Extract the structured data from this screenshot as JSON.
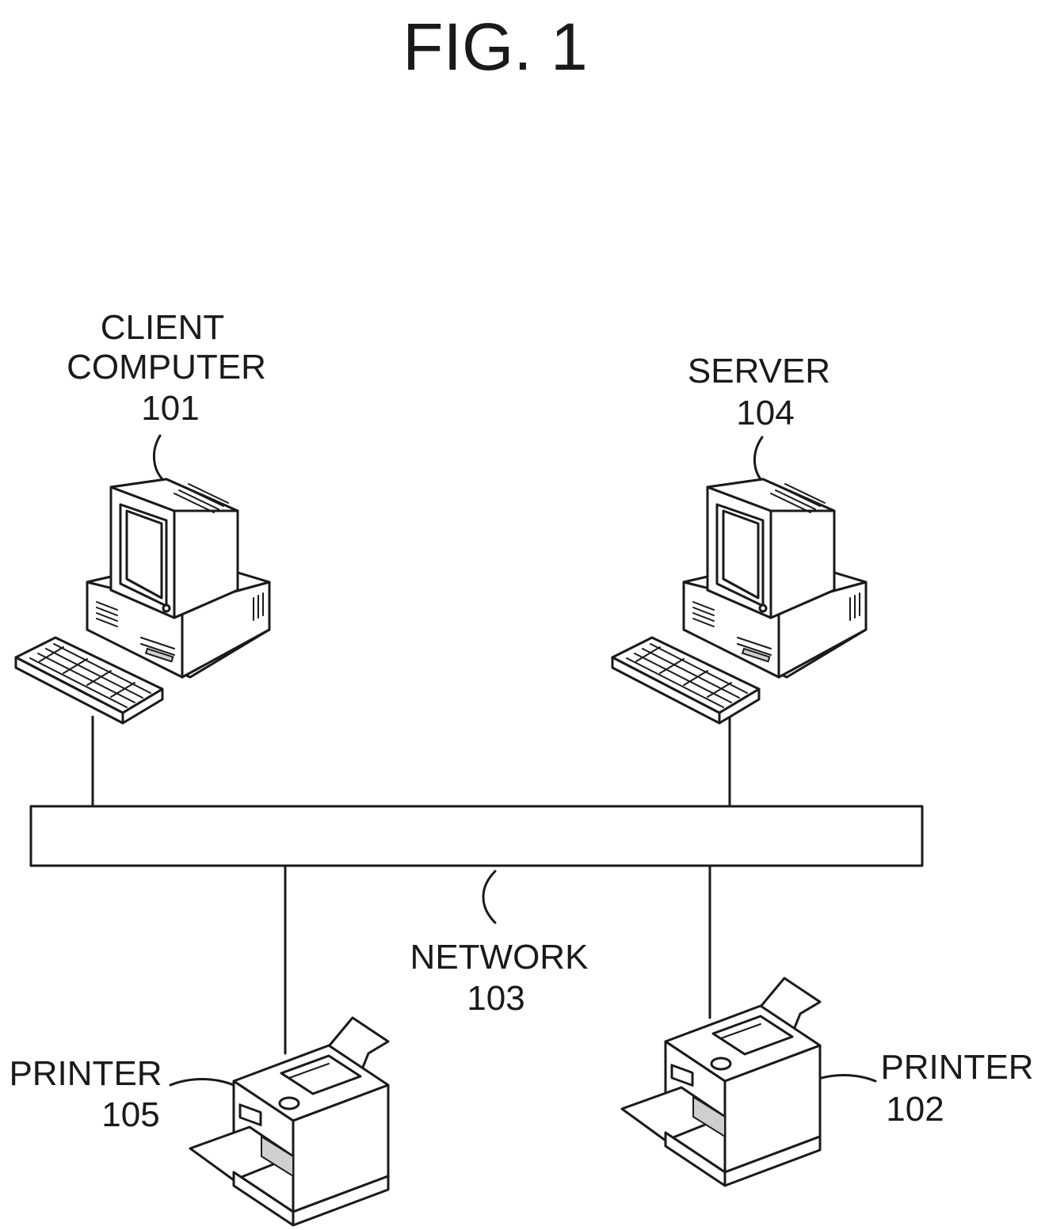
{
  "figure": {
    "title": "FIG. 1"
  },
  "client": {
    "line1": "CLIENT",
    "line2": "COMPUTER",
    "ref": "101"
  },
  "server": {
    "line1": "SERVER",
    "ref": "104"
  },
  "network": {
    "line1": "NETWORK",
    "ref": "103"
  },
  "printer_left": {
    "line1": "PRINTER",
    "ref": "105"
  },
  "printer_right": {
    "line1": "PRINTER",
    "ref": "102"
  },
  "colors": {
    "ink": "#1a1a1a",
    "paper": "#ffffff"
  },
  "icons": [
    "computer-icon",
    "keyboard-icon",
    "printer-icon"
  ]
}
